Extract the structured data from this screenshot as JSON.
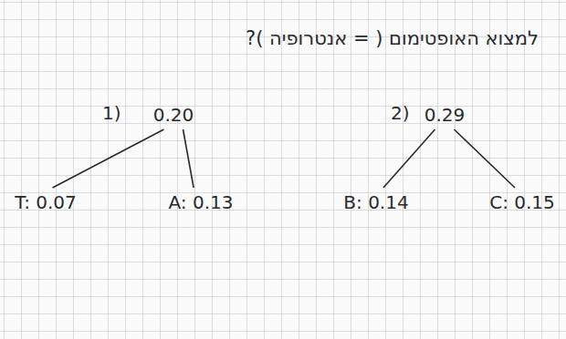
{
  "diagram": {
    "title": "למצוא האופטימום ( = אנטרופיה )?",
    "nodes": [
      {
        "text": [
          "0.20"
        ]
      },
      {
        "text": [
          "T: 0.07"
        ]
      },
      {
        "text": [
          "A: 0.13"
        ]
      },
      {
        "text": [
          "0.29"
        ]
      },
      {
        "text": [
          "B: 0.14"
        ]
      },
      {
        "text": [
          "C: 0.15"
        ]
      }
    ],
    "edges": [
      {
        "from": 0,
        "to": 1,
        "arrow": "none"
      },
      {
        "from": 0,
        "to": 2,
        "arrow": "none"
      },
      {
        "from": 3,
        "to": 4,
        "arrow": "none"
      },
      {
        "from": 3,
        "to": 5,
        "arrow": "none"
      }
    ],
    "labels": [
      "1)",
      "2)"
    ]
  }
}
